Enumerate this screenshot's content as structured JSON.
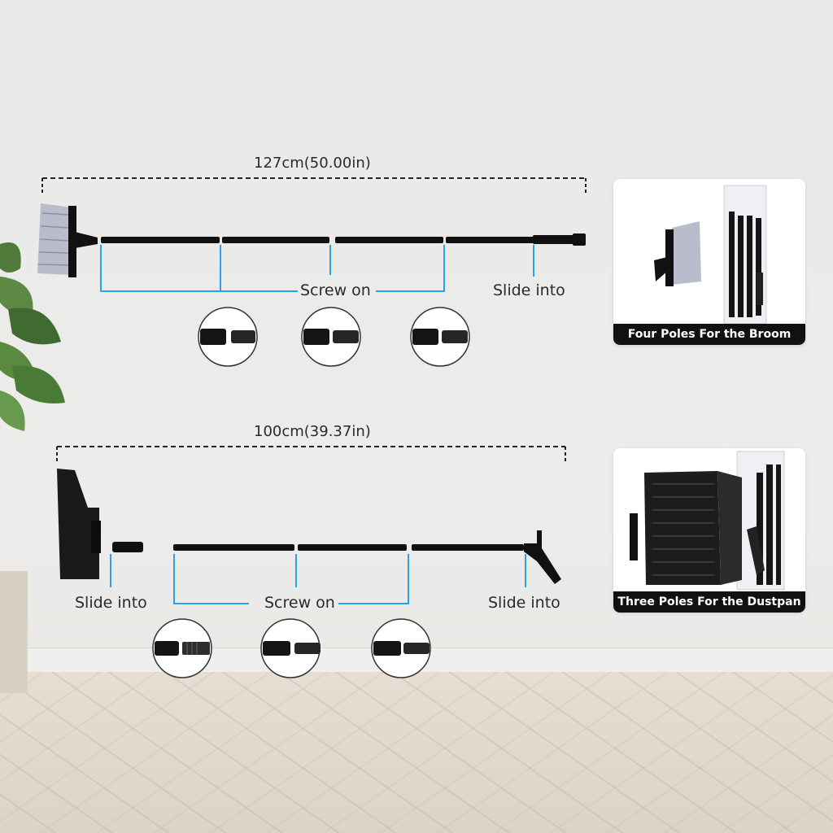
{
  "broom": {
    "length_label": "127cm(50.00in)",
    "screw_label": "Screw on",
    "slide_label": "Slide into"
  },
  "dustpan": {
    "length_label": "100cm(39.37in)",
    "screw_label": "Screw on",
    "slide_left_label": "Slide into",
    "slide_right_label": "Slide into"
  },
  "cards": {
    "broom_caption": "Four Poles For the Broom",
    "dustpan_caption": "Three Poles For the Dustpan"
  },
  "colors": {
    "guide_blue": "#2aa3e6",
    "pole_black": "#111111",
    "bristle_gray": "#b9bccb"
  }
}
